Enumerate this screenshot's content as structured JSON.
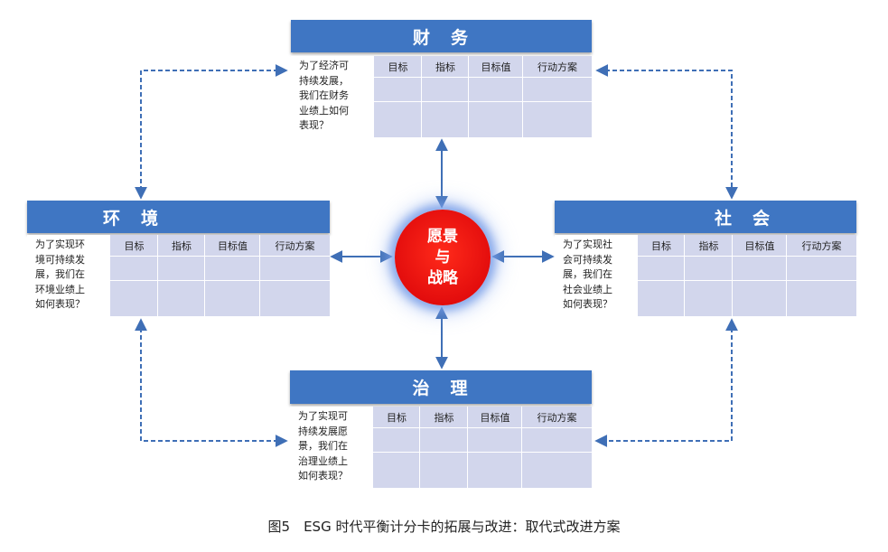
{
  "center": {
    "line1": "愿景",
    "line2": "与",
    "line3": "战略"
  },
  "columns": [
    "目标",
    "指标",
    "目标值",
    "行动方案"
  ],
  "boxes": {
    "finance": {
      "title": "财　务",
      "question": [
        "为了经济可",
        "持续发展，",
        "我们在财务",
        "业绩上如何",
        "表现？"
      ]
    },
    "environment": {
      "title": "环　境",
      "question": [
        "为了实现环",
        "境可持续发",
        "展，我们在",
        "环境业绩上",
        "如何表现？"
      ]
    },
    "society": {
      "title": "社　会",
      "question": [
        "为了实现社",
        "会可持续发",
        "展，我们在",
        "社会业绩上",
        "如何表现？"
      ]
    },
    "governance": {
      "title": "治　理",
      "question": [
        "为了实现可",
        "持续发展愿",
        "景，我们在",
        "治理业绩上",
        "如何表现？"
      ]
    }
  },
  "caption": "图5　ESG 时代平衡计分卡的拓展与改进：取代式改进方案",
  "colors": {
    "header": "#3f76c3",
    "table": "#d2d6ec",
    "circle": "#e30d0d",
    "arrow": "#3f6fb6"
  }
}
